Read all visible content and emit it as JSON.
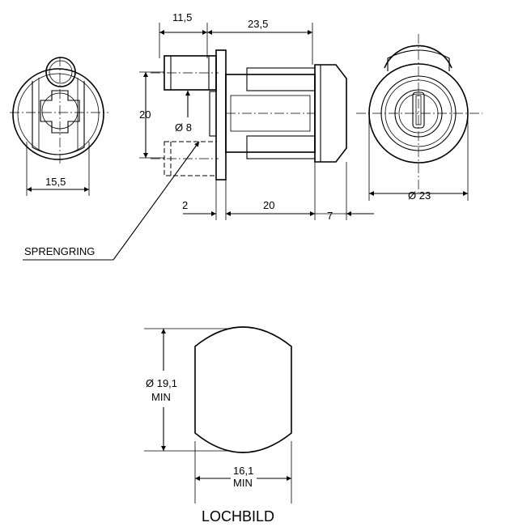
{
  "dimensions": {
    "d_11_5": "11,5",
    "d_23_5": "23,5",
    "d_20_height": "20",
    "d_dia_8": "Ø 8",
    "d_15_5": "15,5",
    "d_2": "2",
    "d_20_length": "20",
    "d_7": "7",
    "d_dia_23": "Ø 23",
    "d_hole_dia": "Ø 19,1",
    "d_hole_dia_min": "MIN",
    "d_hole_width": "16,1",
    "d_hole_width_min": "MIN"
  },
  "labels": {
    "spring_ring": "SPRENGRING",
    "hole_pattern": "LOCHBILD"
  }
}
